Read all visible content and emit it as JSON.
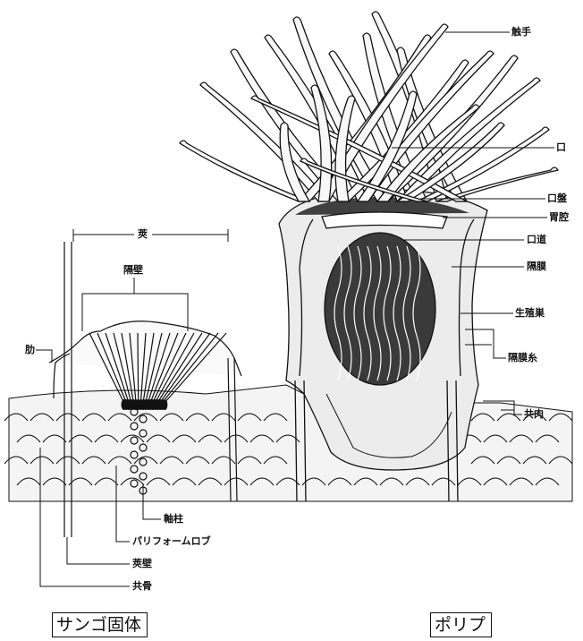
{
  "labels": {
    "tentacle": "触手",
    "mouth": "口",
    "oral_disc": "口盤",
    "gastric_cavity": "胃腔",
    "pharynx": "口道",
    "mesentery": "隔膜",
    "gonad": "生殖巣",
    "mesenterial_filament": "隔膜糸",
    "coenosarc": "共肉",
    "calyx": "莢",
    "septum": "隔壁",
    "costa": "肋",
    "columella": "軸柱",
    "paliform_lobe": "パリフォームロブ",
    "theca": "莢壁",
    "coenosteum": "共骨"
  },
  "captions": {
    "coral_skeleton": "サンゴ固体",
    "polyp": "ポリプ"
  },
  "colors": {
    "ink": "#111111",
    "background": "#ffffff"
  }
}
